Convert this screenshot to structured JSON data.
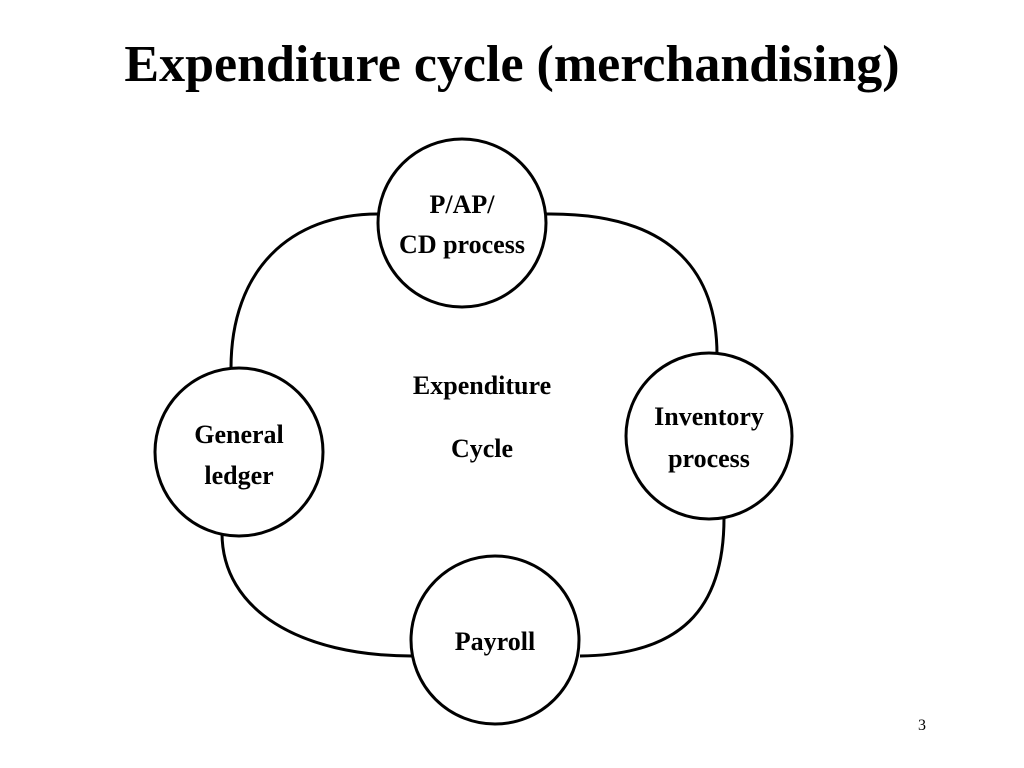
{
  "slide": {
    "title": "Expenditure cycle (merchandising)",
    "page_number": "3"
  },
  "diagram": {
    "center": {
      "line1": "Expenditure",
      "line2": "Cycle"
    },
    "nodes": {
      "pap": {
        "line1": "P/AP/",
        "line2": "CD process"
      },
      "inventory": {
        "line1": "Inventory",
        "line2": "process"
      },
      "payroll": {
        "line1": "Payroll"
      },
      "general_ledger": {
        "line1": "General",
        "line2": "ledger"
      }
    }
  }
}
